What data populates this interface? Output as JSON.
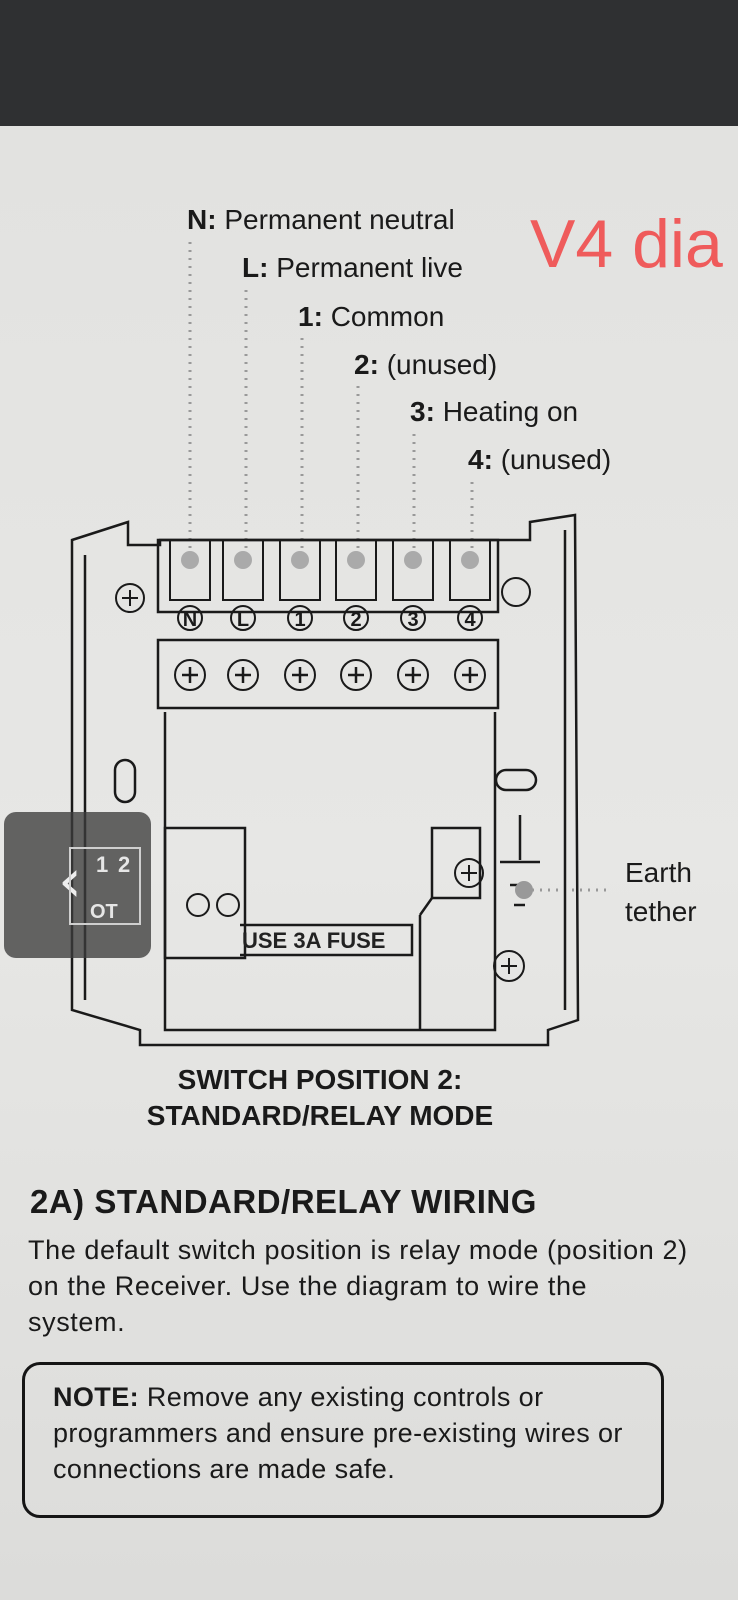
{
  "viewer": {
    "back_button": "back-chevron-icon"
  },
  "watermark": "V4 dia",
  "terminal_labels": [
    {
      "key": "N:",
      "text": "Permanent neutral"
    },
    {
      "key": "L:",
      "text": "Permanent live"
    },
    {
      "key": "1:",
      "text": "Common"
    },
    {
      "key": "2:",
      "text": "(unused)"
    },
    {
      "key": "3:",
      "text": "Heating on"
    },
    {
      "key": "4:",
      "text": "(unused)"
    }
  ],
  "terminals": [
    "N",
    "L",
    "1",
    "2",
    "3",
    "4"
  ],
  "diagram": {
    "ot_switch": {
      "pos1": "1",
      "pos2": "2",
      "label": "OT"
    },
    "fuse_text": "USE 3A FUSE",
    "earth_label_line1": "Earth",
    "earth_label_line2": "tether"
  },
  "caption": {
    "line1": "SWITCH POSITION 2:",
    "line2": "STANDARD/RELAY MODE"
  },
  "section": {
    "heading": "2A) STANDARD/RELAY WIRING",
    "body": "The default switch position is relay mode (position 2) on the Receiver. Use the diagram to wire the system."
  },
  "note": {
    "label": "NOTE:",
    "text": " Remove any existing controls or programmers and ensure pre-existing wires or connections are made safe."
  }
}
